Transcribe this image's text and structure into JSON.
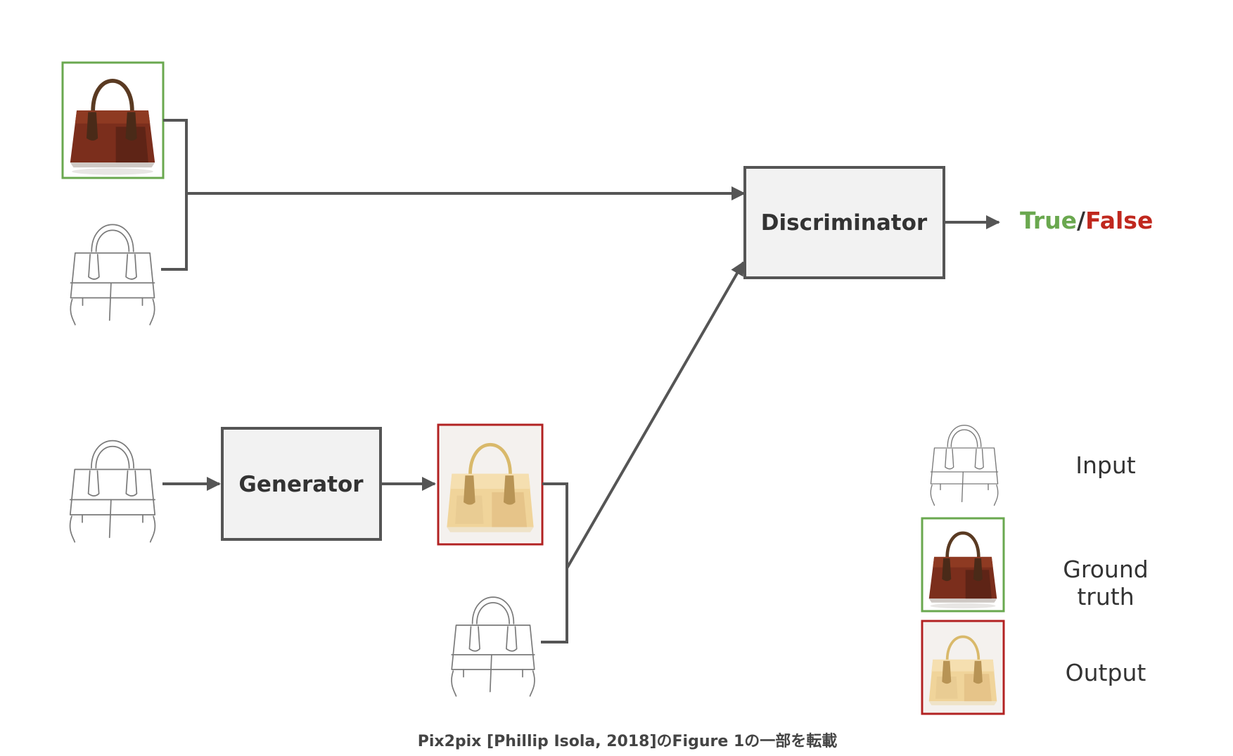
{
  "nodes": {
    "discriminator": "Discriminator",
    "generator": "Generator"
  },
  "result": {
    "true_label": "True",
    "separator": "/",
    "false_label": "False"
  },
  "legend": {
    "input": "Input",
    "ground_truth_line1": "Ground",
    "ground_truth_line2": "truth",
    "output": "Output"
  },
  "caption": "Pix2pix [Phillip Isola, 2018]のFigure 1の一部を転載",
  "colors": {
    "ground_truth_border": "#6aa84f",
    "output_border": "#b22222",
    "true_text": "#6aa84f",
    "false_text": "#c0281e",
    "box_fill": "#f2f2f2",
    "box_stroke": "#555555",
    "connector": "#555555"
  },
  "icons": {
    "input": "bag-sketch-icon",
    "ground_truth": "bag-photo-icon",
    "output": "bag-generated-icon"
  }
}
